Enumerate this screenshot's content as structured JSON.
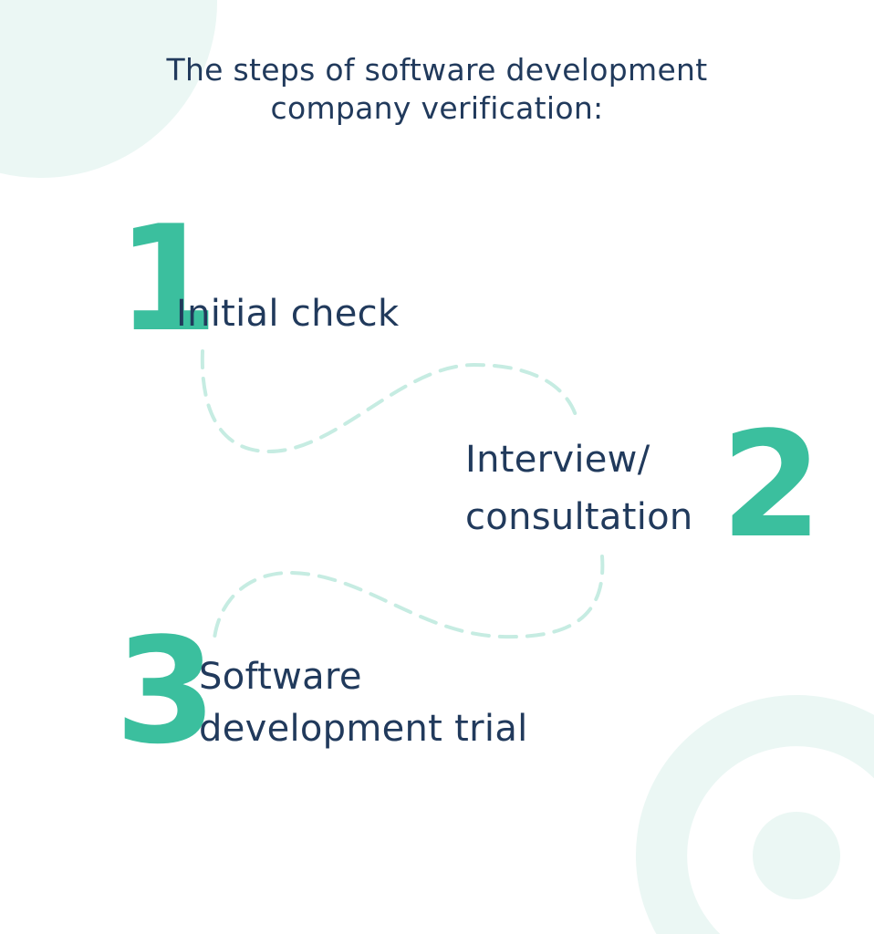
{
  "title": {
    "line1": "The steps of software development",
    "line2": "company verification:"
  },
  "steps": [
    {
      "number": "1",
      "lines": [
        "Initial check"
      ]
    },
    {
      "number": "2",
      "lines": [
        "Interview/",
        "consultation"
      ]
    },
    {
      "number": "3",
      "lines": [
        "Software",
        "development trial"
      ]
    }
  ],
  "colors": {
    "accent": "#3bbf9e",
    "text": "#213a5c",
    "decor": "#ebf7f4",
    "dash": "#c6ece2"
  }
}
